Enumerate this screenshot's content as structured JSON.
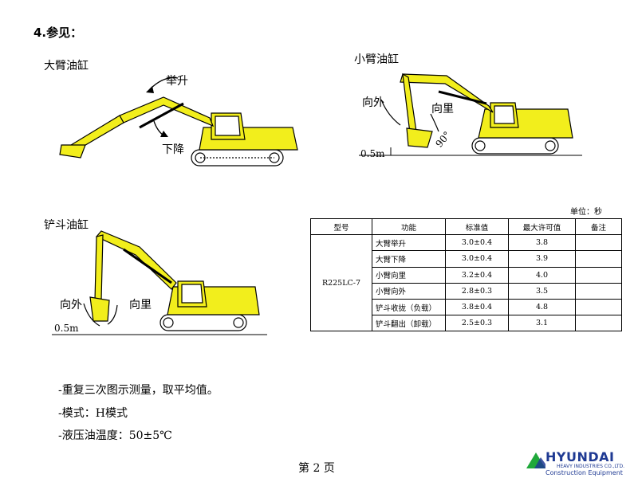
{
  "heading": "4.参见：",
  "figures": {
    "boom": {
      "caption": "大臂油缸",
      "up_label": "举升",
      "down_label": "下降"
    },
    "arm": {
      "caption": "小臂油缸",
      "out_label": "向外",
      "in_label": "向里",
      "height_label": "0.5m",
      "angle_label": "90°"
    },
    "bucket": {
      "caption": "铲斗油缸",
      "out_label": "向外",
      "in_label": "向里",
      "height_label": "0.5m"
    }
  },
  "table": {
    "unit": "单位：秒",
    "headers": [
      "型号",
      "功能",
      "标准值",
      "最大许可值",
      "备注"
    ],
    "model": "R225LC-7",
    "rows": [
      {
        "function": "大臂举升",
        "standard": "3.0±0.4",
        "max": "3.8",
        "note": ""
      },
      {
        "function": "大臂下降",
        "standard": "3.0±0.4",
        "max": "3.9",
        "note": ""
      },
      {
        "function": "小臂向里",
        "standard": "3.2±0.4",
        "max": "4.0",
        "note": ""
      },
      {
        "function": "小臂向外",
        "standard": "2.8±0.3",
        "max": "3.5",
        "note": ""
      },
      {
        "function": "铲斗收拢（负载）",
        "standard": "3.8±0.4",
        "max": "4.8",
        "note": ""
      },
      {
        "function": "铲斗翻出（卸载）",
        "standard": "2.5±0.3",
        "max": "3.1",
        "note": ""
      }
    ]
  },
  "notes": [
    "-重复三次图示测量，取平均值。",
    "-模式：H模式",
    "-液压油温度：50±5℃"
  ],
  "page_label": "第 2 页",
  "logo": {
    "brand": "HYUNDAI",
    "line1": "HEAVY INDUSTRIES CO.,LTD.",
    "line2": "Construction Equipment",
    "brand_color": "#1f3a93",
    "tri_color": "#1fa83a"
  },
  "colors": {
    "machine_yellow": "#f2ee1c"
  }
}
